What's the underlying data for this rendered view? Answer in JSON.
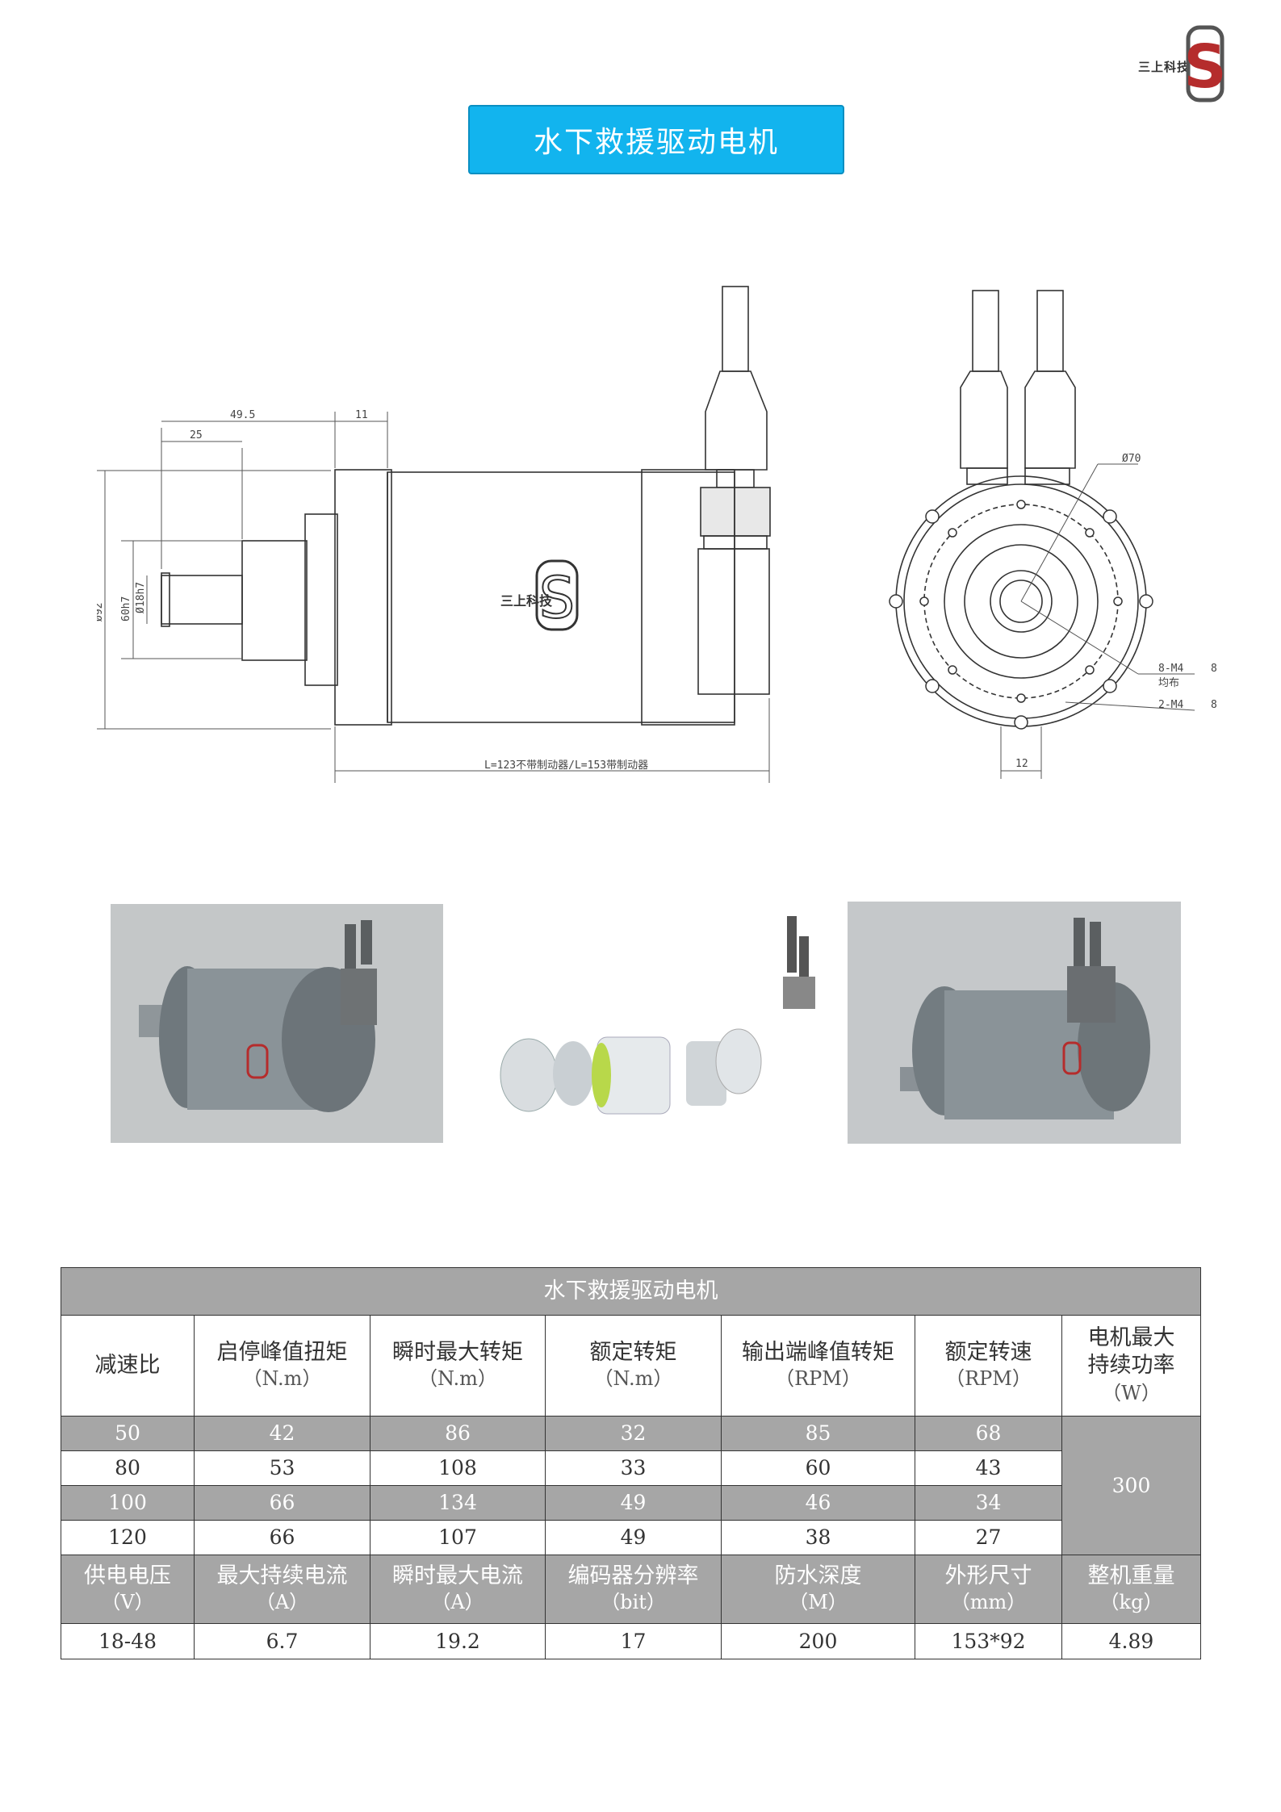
{
  "logo": {
    "text": "三上科技",
    "mark": "S"
  },
  "banner": {
    "title": "水下救援驱动电机"
  },
  "side_view": {
    "dim_top_long": "49.5",
    "dim_top_right": "11",
    "dim_top_short": "25",
    "dim_d18": "Ø18h7",
    "dim_d60": "60h7",
    "dim_d92": "Ø92",
    "dim_length": "L=123不带制动器/L=153带制动器",
    "brand_text": "三上科技"
  },
  "front_view": {
    "dim_d70": "Ø70",
    "dim_8m4": "8-M4",
    "dim_8m4_depth": "8",
    "dim_8m4_note": "均布",
    "dim_2m4": "2-M4",
    "dim_2m4_depth": "8",
    "dim_12": "12"
  },
  "table": {
    "title": "水下救援驱动电机",
    "headers": [
      {
        "name": "减速比",
        "unit": ""
      },
      {
        "name": "启停峰值扭矩",
        "unit": "（N.m）"
      },
      {
        "name": "瞬时最大转矩",
        "unit": "（N.m）"
      },
      {
        "name": "额定转矩",
        "unit": "（N.m）"
      },
      {
        "name": "输出端峰值转矩",
        "unit": "（RPM）"
      },
      {
        "name": "额定转速",
        "unit": "（RPM）"
      },
      {
        "name": "电机最大持续功率",
        "unit": "（W）"
      }
    ],
    "rows": [
      [
        "50",
        "42",
        "86",
        "32",
        "85",
        "68"
      ],
      [
        "80",
        "53",
        "108",
        "33",
        "60",
        "43"
      ],
      [
        "100",
        "66",
        "134",
        "49",
        "46",
        "34"
      ],
      [
        "120",
        "66",
        "107",
        "49",
        "38",
        "27"
      ]
    ],
    "power": "300",
    "headers2": [
      {
        "name": "供电电压",
        "unit": "（V）"
      },
      {
        "name": "最大持续电流",
        "unit": "（A）"
      },
      {
        "name": "瞬时最大电流",
        "unit": "（A）"
      },
      {
        "name": "编码器分辨率",
        "unit": "（bit）"
      },
      {
        "name": "防水深度",
        "unit": "（M）"
      },
      {
        "name": "外形尺寸",
        "unit": "（mm）"
      },
      {
        "name": "整机重量",
        "unit": "（kg）"
      }
    ],
    "values2": [
      "18-48",
      "6.7",
      "19.2",
      "17",
      "200",
      "153*92",
      "4.89"
    ]
  }
}
